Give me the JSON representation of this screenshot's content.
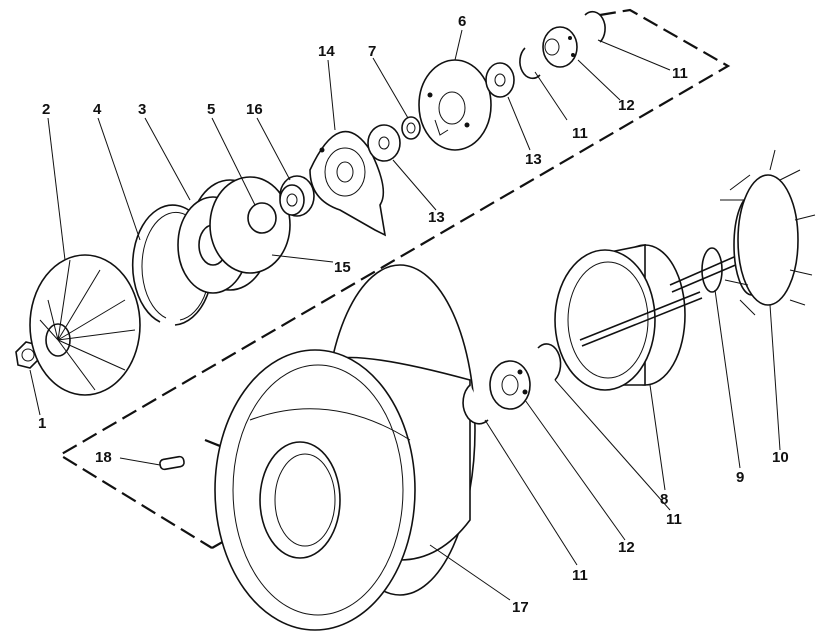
{
  "diagram": {
    "labels": [
      "1",
      "2",
      "3",
      "4",
      "5",
      "6",
      "7",
      "8",
      "9",
      "10",
      "11",
      "12",
      "13",
      "14",
      "15",
      "16",
      "17",
      "18"
    ],
    "ink_color": "#111111",
    "background_color": "#ffffff"
  }
}
